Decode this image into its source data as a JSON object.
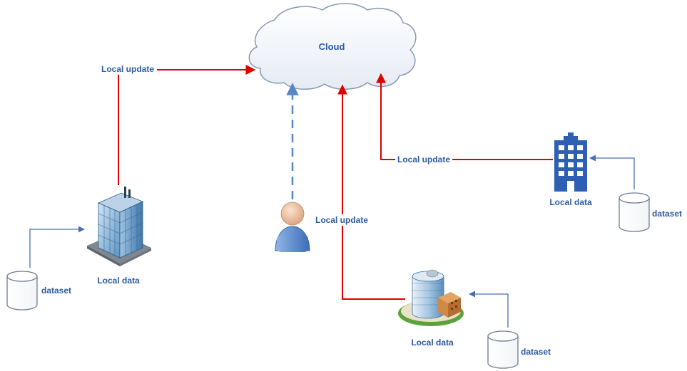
{
  "cloud": {
    "label": "Cloud"
  },
  "edges": {
    "left_update": "Local update",
    "center_update": "Local update",
    "right_update": "Local update"
  },
  "nodes": {
    "left_site": {
      "label": "Local data",
      "dataset": "dataset"
    },
    "bottom_site": {
      "label": "Local data",
      "dataset": "dataset"
    },
    "right_site": {
      "label": "Local data",
      "dataset": "dataset"
    }
  },
  "colors": {
    "update_arrow": "#e00000",
    "dataset_arrow": "#4a6fb0",
    "dashed_arrow": "#5a86c4",
    "label": "#2c5aa0"
  }
}
